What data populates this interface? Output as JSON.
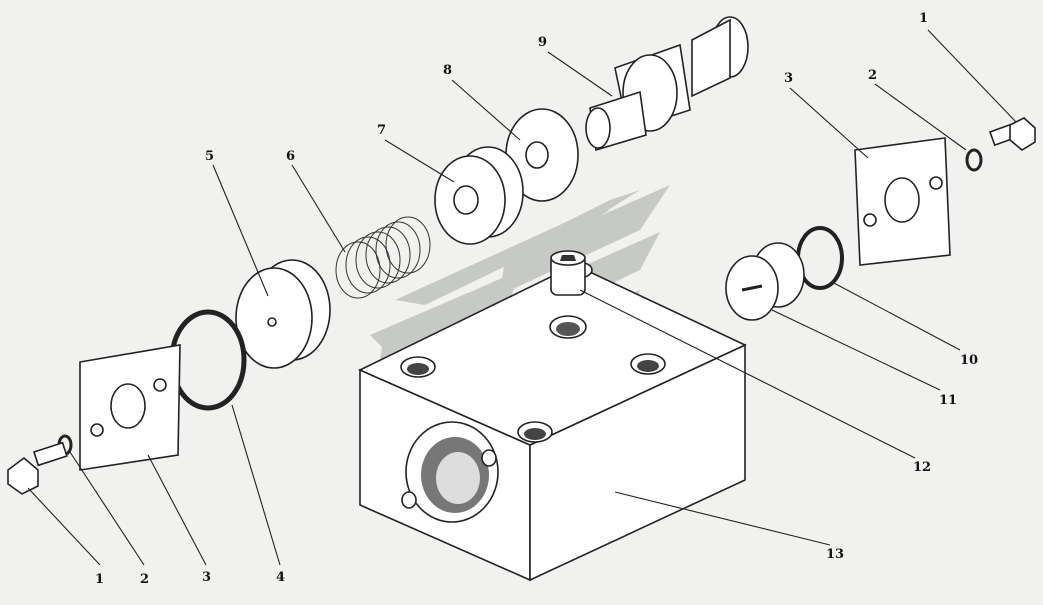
{
  "figure": {
    "callouts": [
      {
        "id": "c1a",
        "text": "1"
      },
      {
        "id": "c2a",
        "text": "2"
      },
      {
        "id": "c3a",
        "text": "3"
      },
      {
        "id": "c4",
        "text": "4"
      },
      {
        "id": "c5",
        "text": "5"
      },
      {
        "id": "c6",
        "text": "6"
      },
      {
        "id": "c7",
        "text": "7"
      },
      {
        "id": "c8",
        "text": "8"
      },
      {
        "id": "c9",
        "text": "9"
      },
      {
        "id": "c3b",
        "text": "3"
      },
      {
        "id": "c2b",
        "text": "2"
      },
      {
        "id": "c1b",
        "text": "1"
      },
      {
        "id": "c10",
        "text": "10"
      },
      {
        "id": "c11",
        "text": "11"
      },
      {
        "id": "c12",
        "text": "12"
      },
      {
        "id": "c13",
        "text": "13"
      }
    ],
    "colors": {
      "background": "#f1f1ef",
      "ink": "#222222",
      "watermark": "#b9bcb6"
    }
  }
}
